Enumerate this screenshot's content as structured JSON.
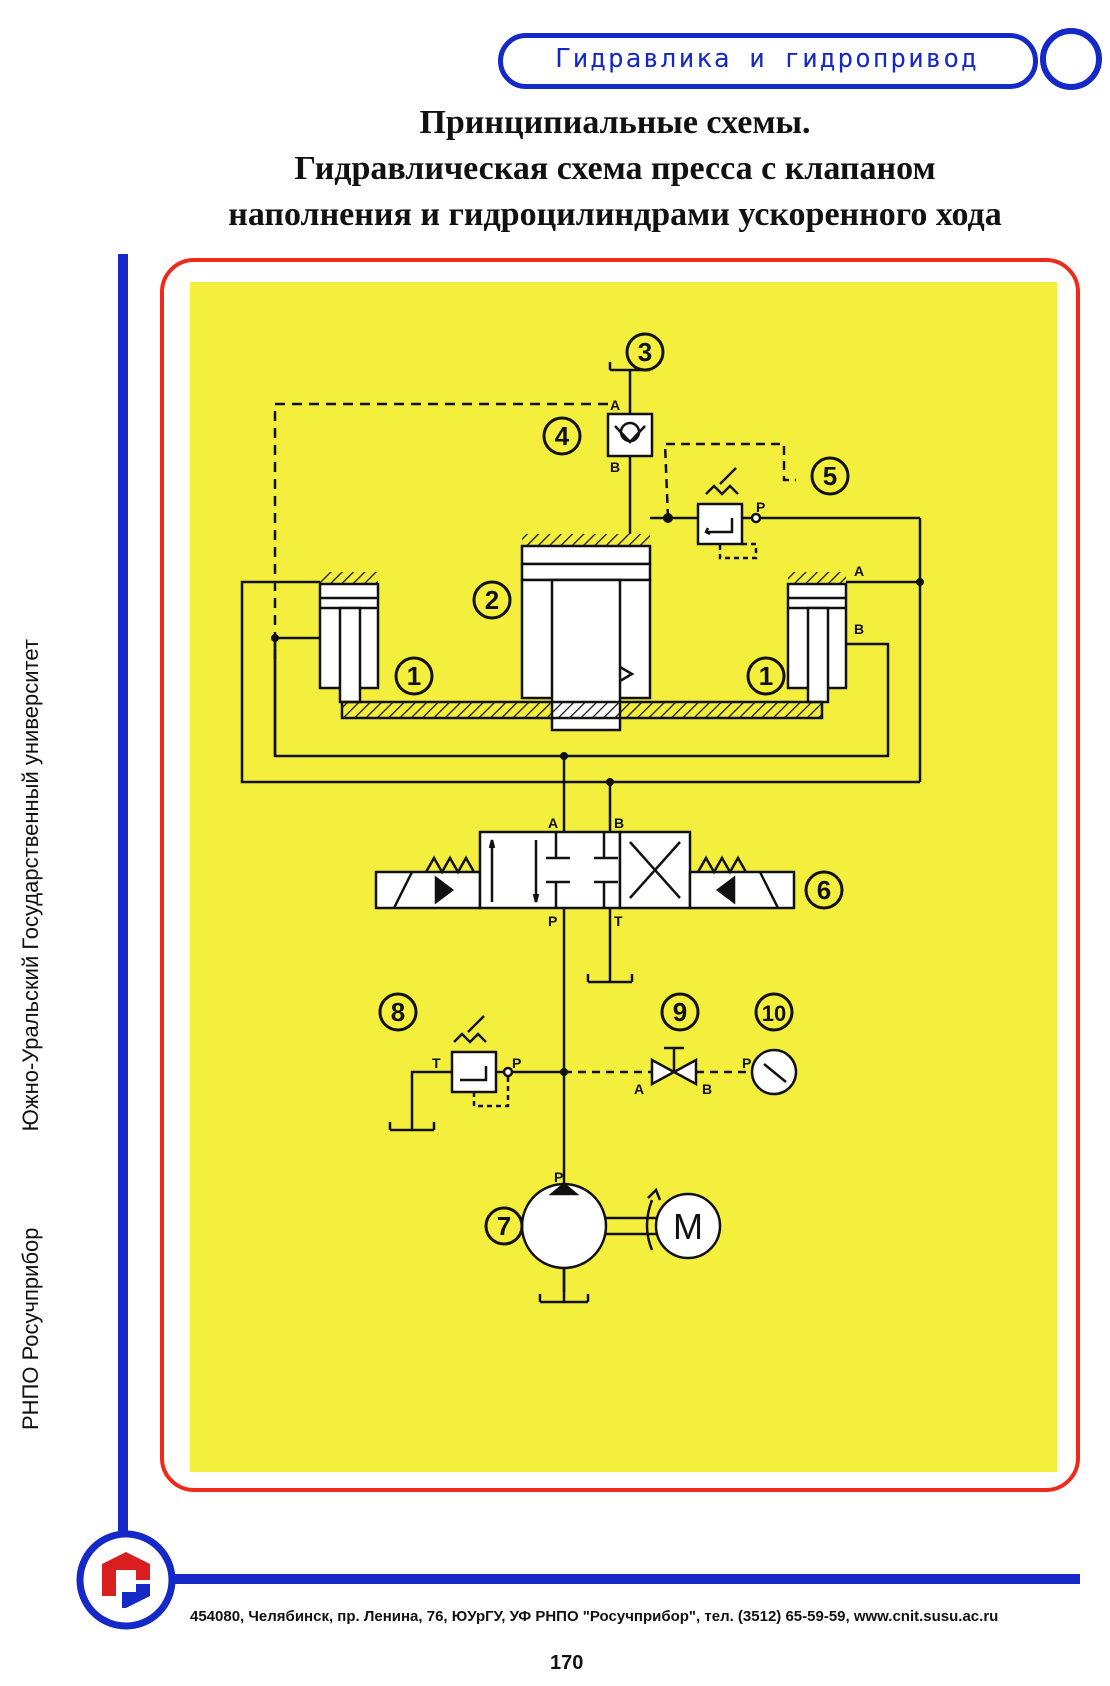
{
  "header": {
    "title": "Гидравлика и гидропривод"
  },
  "page_title": [
    "Принципиальные схемы.",
    "Гидравлическая схема пресса с клапаном",
    "наполнения и гидроцилиндрами ускоренного хода"
  ],
  "side": {
    "org1": "РНПО Росучприбор",
    "org2": "Южно-Уральский Государственный университет"
  },
  "footer": {
    "address": "454080, Челябинск, пр. Ленина, 76, ЮУрГУ, УФ РНПО \"Росучприбор\", тел. (3512) 65-59-59, www.cnit.susu.ac.ru",
    "page_number": "170"
  },
  "diagram": {
    "component_numbers": [
      "1",
      "2",
      "3",
      "4",
      "5",
      "6",
      "7",
      "8",
      "9",
      "10",
      "1"
    ],
    "port_labels": {
      "a": "A",
      "b": "B",
      "p": "P",
      "t": "T"
    },
    "motor": "M"
  }
}
